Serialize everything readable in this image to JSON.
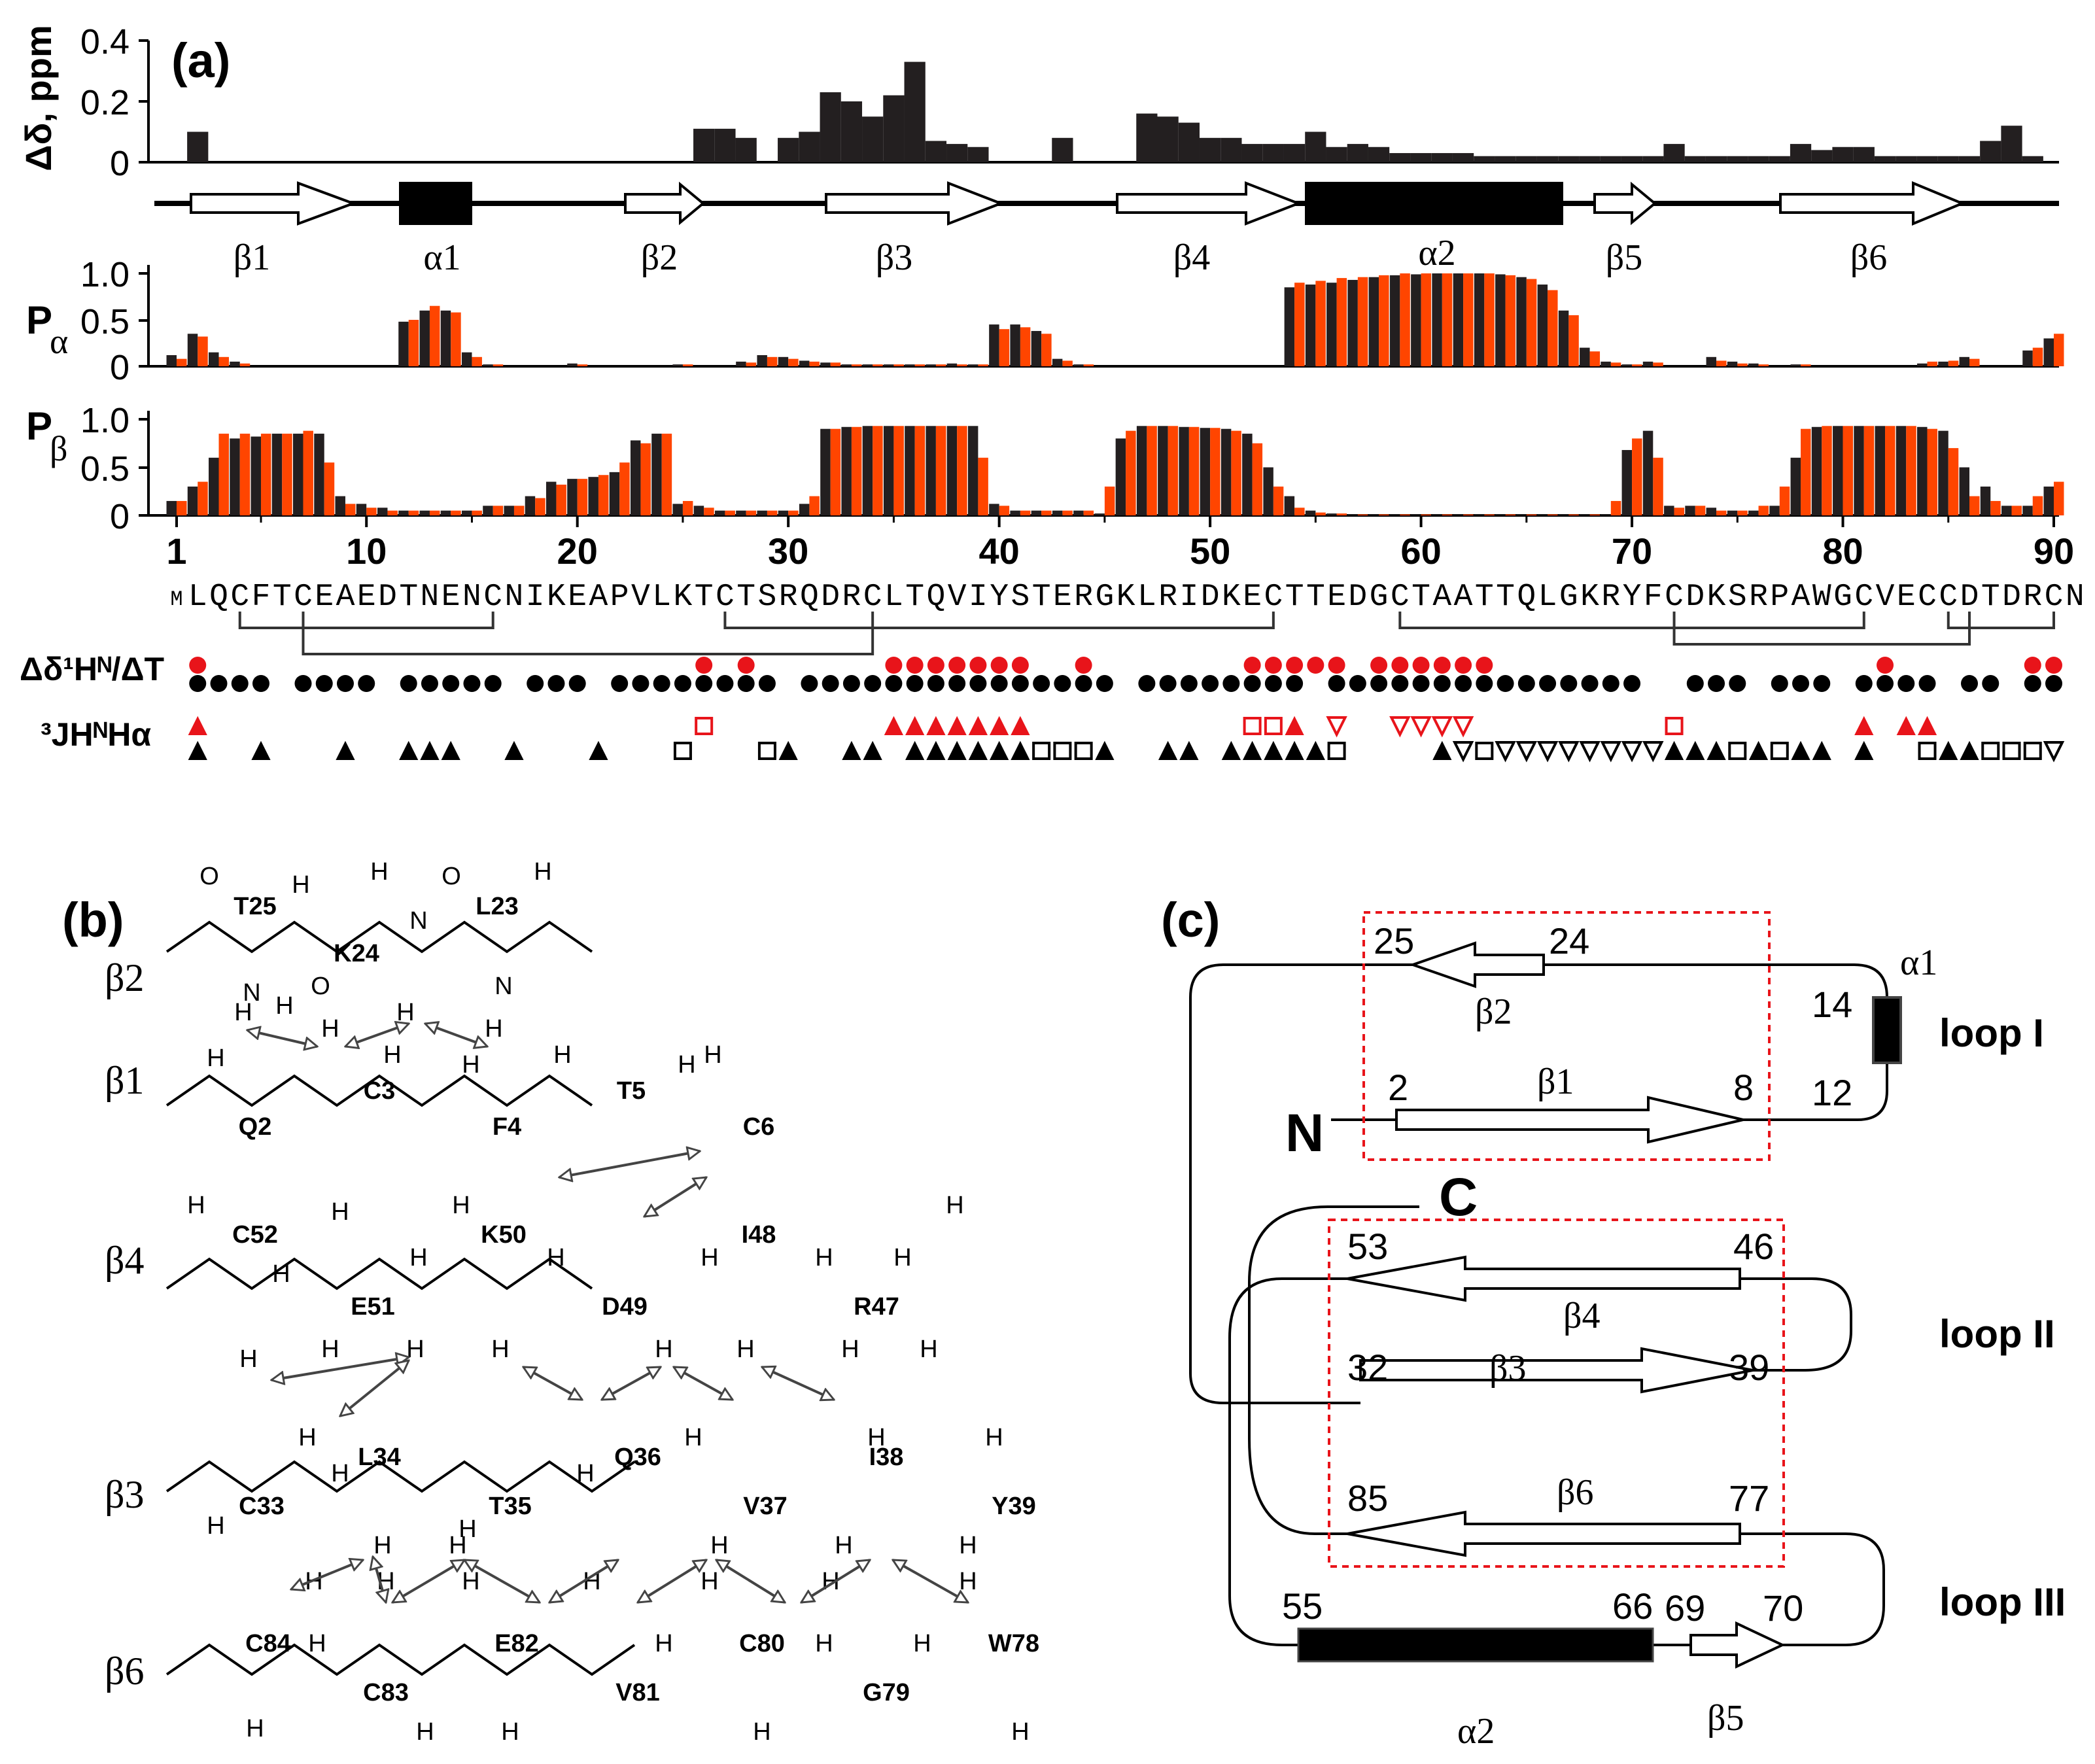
{
  "panel_labels": {
    "a": "(a)",
    "b": "(b)",
    "c": "(c)"
  },
  "colors": {
    "black": "#231f20",
    "orange": "#ff4500",
    "cys": "#e87722",
    "pro": "#1f9a3b",
    "red": "#e8141a",
    "dash": "#e8141a"
  },
  "panel_a": {
    "delta_axis": {
      "ylabel": "Δδ, ppm",
      "ticks": [
        "0",
        "0.2",
        "0.4"
      ],
      "ylim": [
        0,
        0.4
      ]
    },
    "p_alpha_axis": {
      "label": "P",
      "sub": "α",
      "ticks": [
        "0",
        "0.5",
        "1.0"
      ]
    },
    "p_beta_axis": {
      "label": "P",
      "sub": "β",
      "ticks": [
        "0",
        "0.5",
        "1.0"
      ]
    },
    "residue_ticks": [
      "1",
      "10",
      "20",
      "30",
      "40",
      "50",
      "60",
      "70",
      "80",
      "90"
    ],
    "sequence": "MLQCFTCEAEDTNENCNIKEAPVLKTCTSRQDRCLTQVIYSTERGKLRIDKECTTEDGCTAATTQLGKRYFCDKSRPAWGCVECCDTDRCN",
    "secondary_structure": [
      {
        "label": "β1",
        "type": "strand",
        "start": 2,
        "end": 8
      },
      {
        "label": "α1",
        "type": "helix",
        "start": 12,
        "end": 14
      },
      {
        "label": "β2",
        "type": "strand",
        "start": 24,
        "end": 25
      },
      {
        "label": "β3",
        "type": "strand",
        "start": 32,
        "end": 39
      },
      {
        "label": "β4",
        "type": "strand",
        "start": 46,
        "end": 53
      },
      {
        "label": "α2",
        "type": "helix",
        "start": 55,
        "end": 66
      },
      {
        "label": "β5",
        "type": "strand",
        "start": 69,
        "end": 70
      },
      {
        "label": "β6",
        "type": "strand",
        "start": 77,
        "end": 85
      }
    ],
    "disulfide_bonds": [
      [
        4,
        16
      ],
      [
        7,
        34
      ],
      [
        27,
        53
      ],
      [
        59,
        81
      ],
      [
        72,
        86
      ],
      [
        85,
        90
      ]
    ],
    "temp_coeff_label": "Δδ¹Hᴺ/ΔT",
    "j_coupling_label": "³JHᴺHα"
  },
  "chart_data": [
    {
      "type": "bar",
      "title": "",
      "ylabel": "Δδ, ppm",
      "xlabel": "",
      "ylim": [
        0,
        0.4
      ],
      "x": [
        2,
        26,
        27,
        28,
        30,
        31,
        32,
        33,
        34,
        35,
        36,
        37,
        38,
        39,
        43,
        47,
        48,
        49,
        50,
        51,
        52,
        53,
        54,
        55,
        56,
        57,
        58,
        59,
        60,
        61,
        62,
        63,
        64,
        65,
        66,
        67,
        68,
        69,
        70,
        71,
        72,
        73,
        74,
        75,
        76,
        77,
        78,
        79,
        80,
        81,
        82,
        83,
        84,
        85,
        86,
        87,
        88,
        89
      ],
      "values": [
        0.1,
        0.11,
        0.11,
        0.08,
        0.08,
        0.1,
        0.23,
        0.2,
        0.15,
        0.22,
        0.33,
        0.07,
        0.06,
        0.05,
        0.08,
        0.16,
        0.15,
        0.13,
        0.08,
        0.08,
        0.06,
        0.06,
        0.06,
        0.1,
        0.05,
        0.06,
        0.05,
        0.03,
        0.03,
        0.03,
        0.03,
        0.02,
        0.02,
        0.02,
        0.02,
        0.02,
        0.02,
        0.02,
        0.02,
        0.02,
        0.06,
        0.02,
        0.02,
        0.02,
        0.02,
        0.02,
        0.06,
        0.04,
        0.05,
        0.05,
        0.02,
        0.02,
        0.02,
        0.02,
        0.02,
        0.07,
        0.12,
        0.02
      ]
    },
    {
      "type": "bar",
      "title": "",
      "ylabel": "Pα",
      "xlabel": "",
      "ylim": [
        0,
        1.0
      ],
      "x": [
        1,
        2,
        3,
        4,
        5,
        6,
        7,
        8,
        9,
        10,
        11,
        12,
        13,
        14,
        15,
        16,
        17,
        18,
        19,
        20,
        21,
        22,
        23,
        24,
        25,
        26,
        27,
        28,
        29,
        30,
        31,
        32,
        33,
        34,
        35,
        36,
        37,
        38,
        39,
        40,
        41,
        42,
        43,
        44,
        45,
        46,
        47,
        48,
        49,
        50,
        51,
        52,
        53,
        54,
        55,
        56,
        57,
        58,
        59,
        60,
        61,
        62,
        63,
        64,
        65,
        66,
        67,
        68,
        69,
        70,
        71,
        72,
        73,
        74,
        75,
        76,
        77,
        78,
        79,
        80,
        81,
        82,
        83,
        84,
        85,
        86,
        87,
        88,
        89,
        90
      ],
      "series": [
        {
          "values": [
            0.12,
            0.35,
            0.15,
            0.05,
            0,
            0,
            0,
            0,
            0,
            0,
            0,
            0.48,
            0.6,
            0.6,
            0.15,
            0.02,
            0,
            0,
            0,
            0.03,
            0,
            0,
            0,
            0,
            0.02,
            0,
            0,
            0.05,
            0.12,
            0.1,
            0.06,
            0.04,
            0.02,
            0.02,
            0.02,
            0.02,
            0.02,
            0.03,
            0.02,
            0.45,
            0.45,
            0.38,
            0.08,
            0.02,
            0,
            0,
            0,
            0,
            0,
            0,
            0,
            0,
            0,
            0.85,
            0.88,
            0.9,
            0.93,
            0.96,
            0.98,
            0.99,
            1.0,
            1.0,
            1.0,
            0.99,
            0.96,
            0.88,
            0.6,
            0.2,
            0.05,
            0.02,
            0.05,
            0,
            0,
            0.1,
            0.05,
            0.03,
            0,
            0.02,
            0,
            0,
            0,
            0,
            0,
            0.03,
            0.05,
            0.1,
            0,
            0,
            0.17,
            0.3
          ]
        },
        {
          "values": [
            0.08,
            0.32,
            0.1,
            0.03,
            0,
            0,
            0,
            0,
            0,
            0,
            0,
            0.5,
            0.65,
            0.58,
            0.1,
            0.02,
            0,
            0,
            0,
            0.02,
            0,
            0,
            0,
            0,
            0.02,
            0,
            0,
            0.04,
            0.1,
            0.08,
            0.05,
            0.04,
            0.02,
            0.02,
            0.02,
            0.02,
            0.02,
            0.02,
            0.02,
            0.4,
            0.42,
            0.35,
            0.06,
            0.02,
            0,
            0,
            0,
            0,
            0,
            0,
            0,
            0,
            0,
            0.9,
            0.92,
            0.95,
            0.96,
            0.98,
            1.0,
            1.0,
            1.0,
            1.0,
            1.0,
            0.98,
            0.94,
            0.82,
            0.55,
            0.16,
            0.04,
            0.02,
            0.04,
            0,
            0,
            0.06,
            0.03,
            0.02,
            0,
            0.02,
            0,
            0,
            0,
            0,
            0,
            0.05,
            0.06,
            0.08,
            0,
            0,
            0.2,
            0.35
          ]
        }
      ]
    },
    {
      "type": "bar",
      "title": "",
      "ylabel": "Pβ",
      "xlabel": "",
      "ylim": [
        0,
        1.0
      ],
      "x": [
        1,
        2,
        3,
        4,
        5,
        6,
        7,
        8,
        9,
        10,
        11,
        12,
        13,
        14,
        15,
        16,
        17,
        18,
        19,
        20,
        21,
        22,
        23,
        24,
        25,
        26,
        27,
        28,
        29,
        30,
        31,
        32,
        33,
        34,
        35,
        36,
        37,
        38,
        39,
        40,
        41,
        42,
        43,
        44,
        45,
        46,
        47,
        48,
        49,
        50,
        51,
        52,
        53,
        54,
        55,
        56,
        57,
        58,
        59,
        60,
        61,
        62,
        63,
        64,
        65,
        66,
        67,
        68,
        69,
        70,
        71,
        72,
        73,
        74,
        75,
        76,
        77,
        78,
        79,
        80,
        81,
        82,
        83,
        84,
        85,
        86,
        87,
        88,
        89,
        90
      ],
      "series": [
        {
          "values": [
            0.15,
            0.3,
            0.6,
            0.8,
            0.82,
            0.85,
            0.85,
            0.85,
            0.2,
            0.12,
            0.08,
            0.05,
            0.05,
            0.05,
            0.05,
            0.1,
            0.1,
            0.2,
            0.35,
            0.38,
            0.4,
            0.45,
            0.78,
            0.85,
            0.12,
            0.1,
            0.05,
            0.05,
            0.05,
            0.05,
            0.12,
            0.9,
            0.92,
            0.93,
            0.93,
            0.93,
            0.93,
            0.93,
            0.93,
            0.12,
            0.05,
            0.05,
            0.05,
            0.05,
            0.02,
            0.8,
            0.93,
            0.93,
            0.92,
            0.91,
            0.9,
            0.85,
            0.5,
            0.2,
            0.05,
            0.02,
            0.01,
            0.01,
            0.01,
            0.01,
            0.01,
            0.01,
            0.01,
            0.01,
            0.01,
            0.01,
            0.01,
            0.01,
            0.01,
            0.68,
            0.88,
            0.1,
            0.1,
            0.08,
            0.05,
            0.05,
            0.1,
            0.6,
            0.92,
            0.93,
            0.93,
            0.93,
            0.93,
            0.92,
            0.88,
            0.5,
            0.3,
            0.1,
            0.1,
            0.3
          ]
        },
        {
          "values": [
            0.15,
            0.35,
            0.85,
            0.85,
            0.85,
            0.85,
            0.88,
            0.55,
            0.12,
            0.08,
            0.05,
            0.05,
            0.05,
            0.05,
            0.05,
            0.1,
            0.1,
            0.18,
            0.32,
            0.38,
            0.42,
            0.55,
            0.75,
            0.85,
            0.15,
            0.08,
            0.05,
            0.05,
            0.05,
            0.05,
            0.2,
            0.9,
            0.92,
            0.93,
            0.93,
            0.93,
            0.93,
            0.93,
            0.6,
            0.1,
            0.05,
            0.05,
            0.05,
            0.05,
            0.3,
            0.88,
            0.93,
            0.93,
            0.92,
            0.91,
            0.88,
            0.75,
            0.3,
            0.08,
            0.03,
            0.02,
            0.01,
            0.01,
            0.01,
            0.01,
            0.01,
            0.01,
            0.01,
            0.01,
            0.01,
            0.01,
            0.01,
            0.01,
            0.15,
            0.8,
            0.6,
            0.08,
            0.1,
            0.05,
            0.05,
            0.1,
            0.3,
            0.9,
            0.93,
            0.93,
            0.93,
            0.93,
            0.93,
            0.9,
            0.7,
            0.2,
            0.15,
            0.1,
            0.2,
            0.35
          ]
        }
      ]
    },
    {
      "type": "scatter",
      "title": "",
      "ylabel": "Δδ¹Hᴺ/ΔT",
      "xlabel": "",
      "series": [
        {
          "values": [
            2,
            3,
            4,
            5,
            7,
            8,
            9,
            10,
            12,
            13,
            14,
            15,
            16,
            18,
            19,
            20,
            22,
            23,
            24,
            25,
            26,
            27,
            28,
            29,
            31,
            32,
            33,
            34,
            35,
            36,
            37,
            38,
            39,
            40,
            41,
            42,
            43,
            44,
            45,
            47,
            48,
            49,
            50,
            51,
            52,
            53,
            54,
            56,
            57,
            58,
            59,
            60,
            61,
            62,
            63,
            64,
            65,
            66,
            67,
            68,
            69,
            70,
            73,
            74,
            75,
            77,
            78,
            79,
            81,
            82,
            83,
            84,
            86,
            87,
            89,
            90
          ]
        },
        {
          "values": [
            2,
            26,
            28,
            35,
            36,
            37,
            38,
            39,
            40,
            41,
            44,
            52,
            53,
            54,
            55,
            56,
            58,
            59,
            60,
            61,
            62,
            63,
            82,
            89,
            90
          ]
        }
      ]
    },
    {
      "type": "scatter",
      "title": "",
      "ylabel": "³JHᴺHα",
      "xlabel": "",
      "series": [
        {
          "values": [
            2,
            5,
            9,
            12,
            13,
            14,
            17,
            21,
            25,
            29,
            30,
            33,
            34,
            36,
            37,
            38,
            39,
            40,
            41,
            42,
            43,
            44,
            45,
            48,
            49,
            51,
            52,
            53,
            54,
            55,
            56,
            61,
            62,
            63,
            64,
            65,
            66,
            67,
            68,
            69,
            70,
            71,
            72,
            73,
            74,
            75,
            76,
            77,
            78,
            79,
            81,
            84,
            85,
            86,
            87,
            88,
            89,
            90
          ]
        },
        {
          "values": [
            2,
            26,
            35,
            36,
            37,
            38,
            39,
            40,
            41,
            52,
            53,
            54,
            56,
            59,
            60,
            61,
            62,
            72,
            81,
            83,
            84
          ]
        }
      ]
    }
  ],
  "panel_b": {
    "strand_labels": [
      "β2",
      "β1",
      "β4",
      "β3",
      "β6"
    ],
    "residues": {
      "b2": [
        "T25",
        "K24",
        "L23"
      ],
      "b1": [
        "Q2",
        "C3",
        "F4",
        "T5",
        "C6"
      ],
      "b4": [
        "C52",
        "E51",
        "K50",
        "D49",
        "I48",
        "R47"
      ],
      "b3": [
        "C33",
        "L34",
        "T35",
        "Q36",
        "V37",
        "I38",
        "Y39"
      ],
      "b6": [
        "C84",
        "C83",
        "E82",
        "V81",
        "C80",
        "G79",
        "W78"
      ]
    },
    "atoms": {
      "H": "H",
      "N": "N",
      "O": "O"
    }
  },
  "panel_c": {
    "n_label": "N",
    "c_label": "C",
    "loops": [
      "loop I",
      "loop II",
      "loop III"
    ],
    "elements": {
      "b1": {
        "label": "β1",
        "start": "2",
        "end": "8"
      },
      "b2": {
        "label": "β2",
        "start": "25",
        "end": "24"
      },
      "a1": {
        "label": "α1",
        "start": "14",
        "end": "12"
      },
      "b4": {
        "label": "β4",
        "start": "53",
        "end": "46"
      },
      "b3": {
        "label": "β3",
        "start": "32",
        "end": "39"
      },
      "b6": {
        "label": "β6",
        "start": "85",
        "end": "77"
      },
      "a2": {
        "label": "α2",
        "start": "55",
        "end": "66"
      },
      "b5": {
        "label": "β5",
        "start": "69",
        "end": "70"
      }
    }
  }
}
